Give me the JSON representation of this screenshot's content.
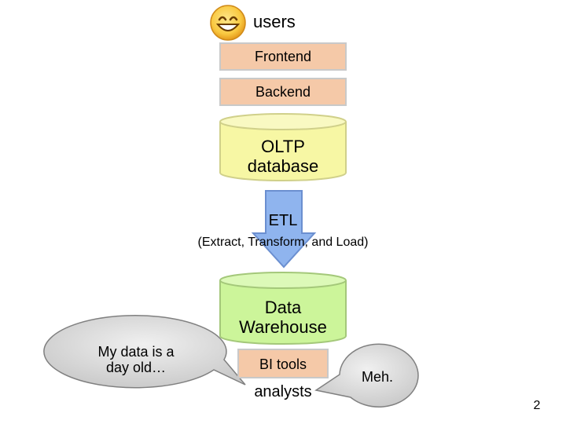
{
  "users_label": "users",
  "frontend_label": "Frontend",
  "backend_label": "Backend",
  "oltp_label": "OLTP\ndatabase",
  "etl_label": "ETL",
  "etl_subtitle": "(Extract, Transform, and Load)",
  "warehouse_label": "Data\nWarehouse",
  "bi_tools_label": "BI tools",
  "analysts_label": "analysts",
  "bubble_left_text": "My data is a\nday old…",
  "bubble_right_text": "Meh.",
  "page_number": "2",
  "colors": {
    "box_fill": "#f5c9a8",
    "oltp_fill": "#f7f7a4",
    "warehouse_fill": "#ccf59a",
    "arrow_fill": "#8fb4ee",
    "bubble_fill": "#d9d9d9",
    "smiley_fill": "#f9c941"
  },
  "icons": {
    "users": "smiley-face-icon"
  }
}
